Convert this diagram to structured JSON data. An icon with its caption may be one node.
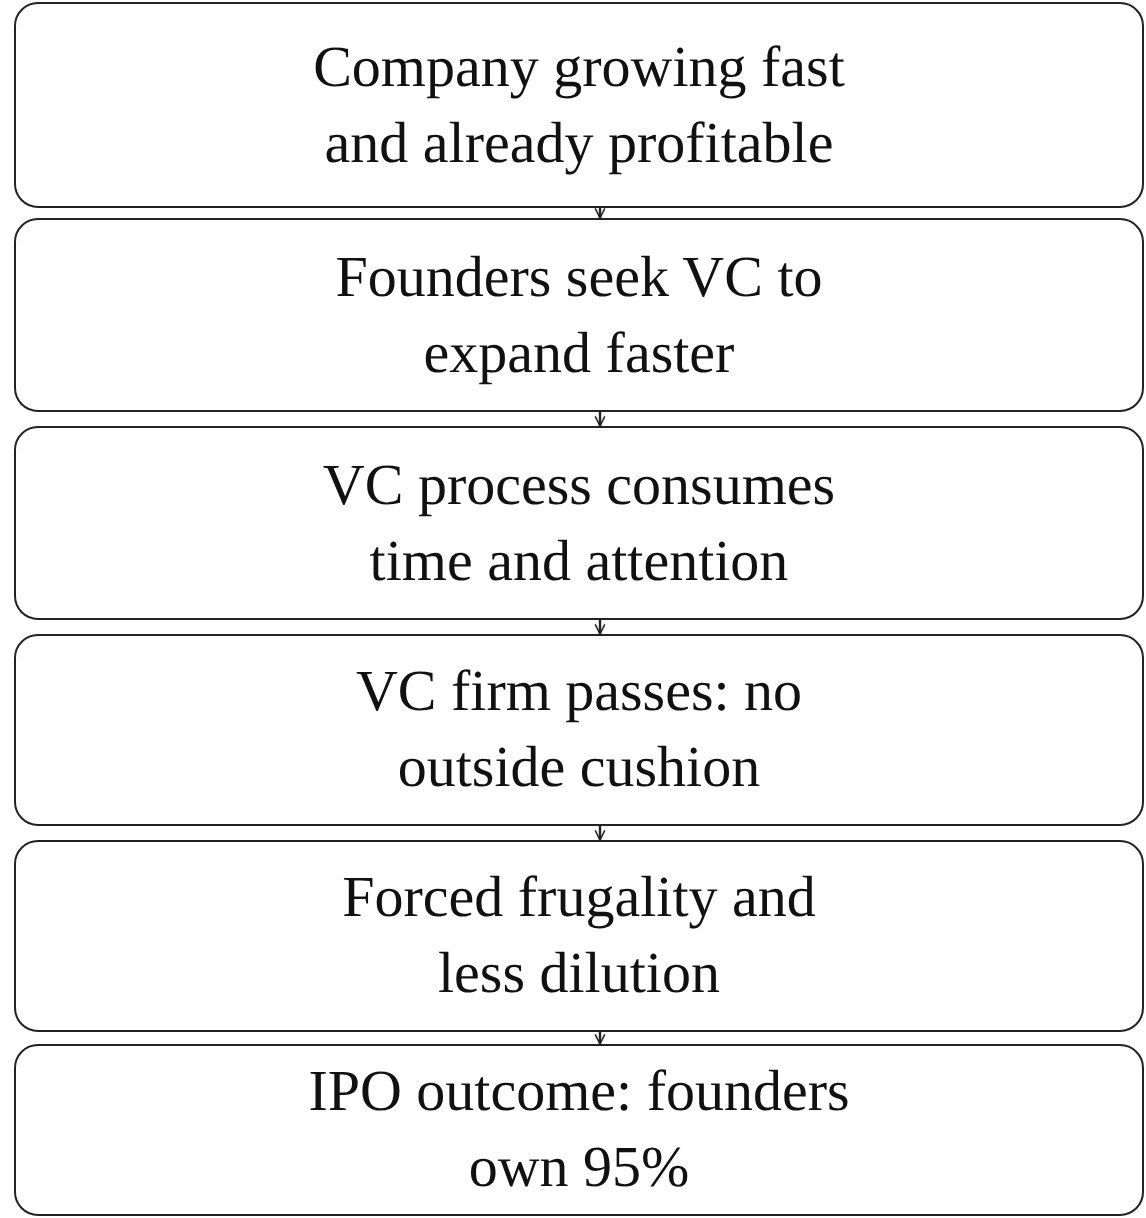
{
  "diagram": {
    "nodes": [
      {
        "text": [
          "Company growing fast and already profitable"
        ]
      },
      {
        "text": [
          "Founders seek VC to expand faster"
        ]
      },
      {
        "text": [
          "VC process consumes time and attention"
        ]
      },
      {
        "text": [
          "VC firm passes: no outside cushion"
        ]
      },
      {
        "text": [
          "Forced frugality and less dilution"
        ]
      },
      {
        "text": [
          "IPO outcome: founders own 95%"
        ]
      }
    ],
    "edges": [
      {
        "from": 0,
        "to": 1,
        "arrow": "to"
      },
      {
        "from": 1,
        "to": 2,
        "arrow": "to"
      },
      {
        "from": 2,
        "to": 3,
        "arrow": "to"
      },
      {
        "from": 3,
        "to": 4,
        "arrow": "to"
      },
      {
        "from": 4,
        "to": 5,
        "arrow": "to"
      }
    ]
  }
}
